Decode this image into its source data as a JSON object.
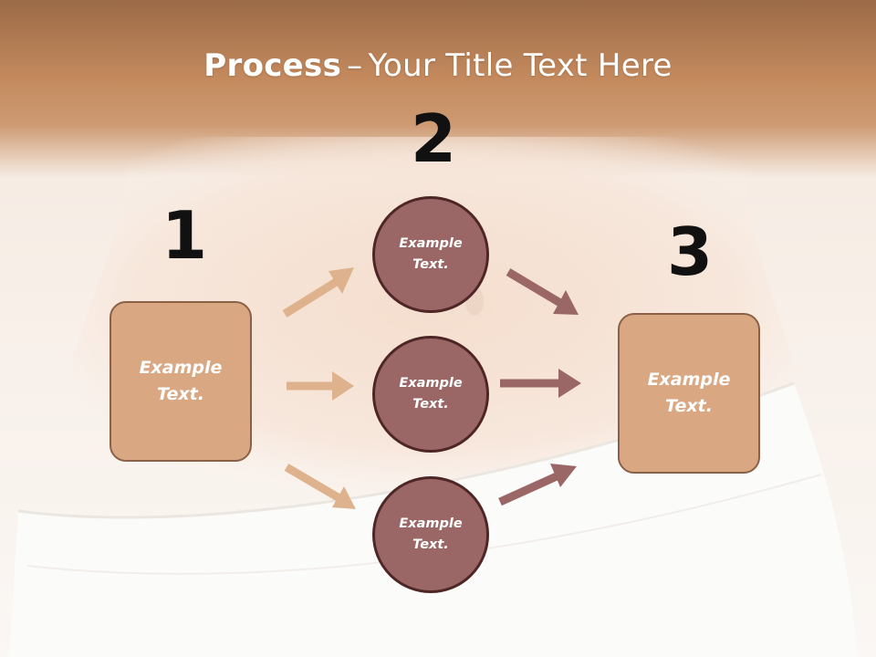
{
  "title": {
    "bold": "Process",
    "dash": "–",
    "rest": "Your Title Text Here"
  },
  "steps": {
    "one": "1",
    "two": "2",
    "three": "3"
  },
  "left_box": {
    "line1": "Example",
    "line2": "Text."
  },
  "right_box": {
    "line1": "Example",
    "line2": "Text."
  },
  "circles": [
    {
      "line1": "Example",
      "line2": "Text."
    },
    {
      "line1": "Example",
      "line2": "Text."
    },
    {
      "line1": "Example",
      "line2": "Text."
    }
  ],
  "colors": {
    "header_band": "#c58a5c",
    "box_fill": "#d9a882",
    "box_border": "#8a6148",
    "circle_fill": "#9b6766",
    "circle_border": "#4e2626",
    "arrow_left": "#ddb28c",
    "arrow_right": "#9b6766"
  }
}
